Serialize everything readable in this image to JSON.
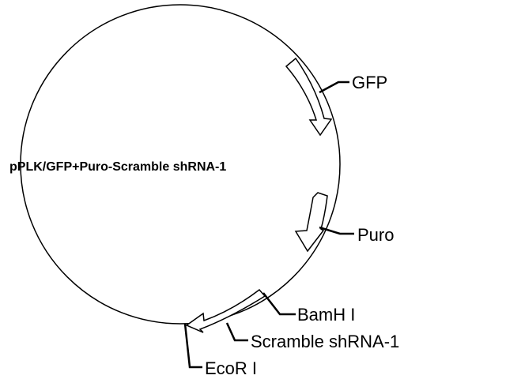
{
  "plasmid": {
    "name": "pPLK/GFP+Puro-Scramble shRNA-1",
    "features": [
      {
        "label": "GFP"
      },
      {
        "label": "Puro"
      },
      {
        "label": "Scramble shRNA-1"
      }
    ],
    "sites": [
      {
        "label": "BamH I"
      },
      {
        "label": "EcoR I"
      }
    ]
  },
  "colors": {
    "stroke": "#000000",
    "fill": "#ffffff",
    "background": "#ffffff"
  }
}
